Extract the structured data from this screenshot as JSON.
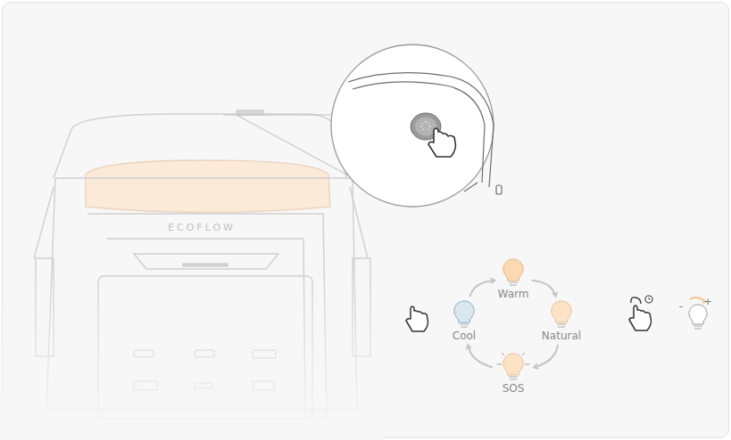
{
  "diagram": {
    "nodes": [
      {
        "text": [
          "Warm"
        ]
      },
      {
        "text": [
          "Natural"
        ]
      },
      {
        "text": [
          "SOS"
        ]
      },
      {
        "text": [
          "Cool"
        ]
      }
    ],
    "edges": [
      {
        "from": 0,
        "to": 1,
        "arrow": "to"
      },
      {
        "from": 1,
        "to": 2,
        "arrow": "to"
      },
      {
        "from": 2,
        "to": 3,
        "arrow": "to"
      },
      {
        "from": 3,
        "to": 0,
        "arrow": "to"
      }
    ],
    "labels": [
      "ECOFLOW",
      "-",
      "+"
    ]
  }
}
